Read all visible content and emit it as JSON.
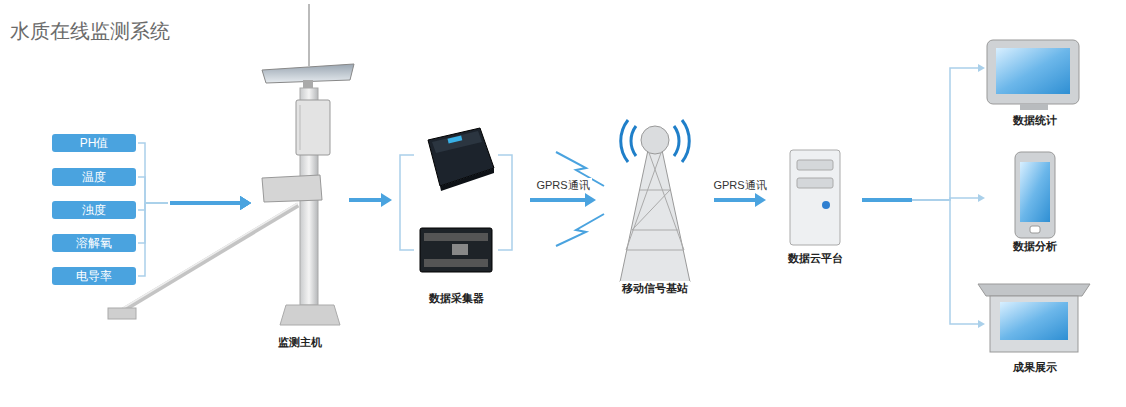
{
  "diagram": {
    "title": "水质在线监测系统",
    "nodes": [
      {
        "text": [
          "PH值"
        ]
      },
      {
        "text": [
          "温度"
        ]
      },
      {
        "text": [
          "浊度"
        ]
      },
      {
        "text": [
          "溶解氧"
        ]
      },
      {
        "text": [
          "电导率"
        ]
      },
      {
        "text": [
          "监测主机"
        ]
      },
      {
        "text": [
          "数据采集器"
        ]
      },
      {
        "text": [
          "移动信号基站"
        ]
      },
      {
        "text": [
          "数据云平台"
        ]
      },
      {
        "text": [
          "数据统计"
        ]
      },
      {
        "text": [
          "数据分析"
        ]
      },
      {
        "text": [
          "成果展示"
        ]
      }
    ],
    "edges": [
      {
        "from": 0,
        "to": 5,
        "arrow": "to"
      },
      {
        "from": 1,
        "to": 5,
        "arrow": "to"
      },
      {
        "from": 2,
        "to": 5,
        "arrow": "to"
      },
      {
        "from": 3,
        "to": 5,
        "arrow": "to"
      },
      {
        "from": 4,
        "to": 5,
        "arrow": "to"
      },
      {
        "from": 5,
        "to": 6,
        "arrow": "to"
      },
      {
        "from": 6,
        "to": 7,
        "label": "GPRS通讯",
        "arrow": "to"
      },
      {
        "from": 7,
        "to": 8,
        "label": "GPRS通讯",
        "arrow": "to"
      },
      {
        "from": 8,
        "to": 9,
        "arrow": "to"
      },
      {
        "from": 8,
        "to": 10,
        "arrow": "to"
      },
      {
        "from": 8,
        "to": 11,
        "arrow": "to"
      }
    ]
  }
}
